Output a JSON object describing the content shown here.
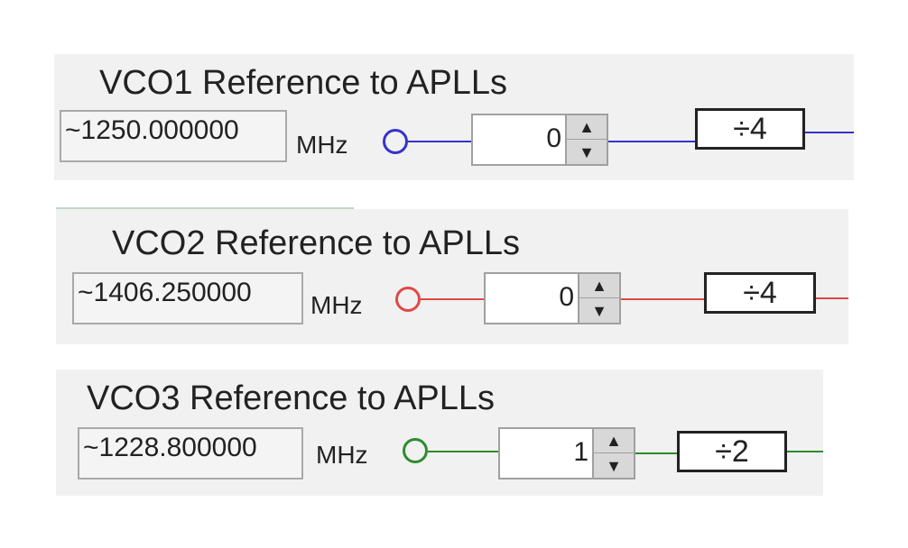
{
  "vco1": {
    "title": "VCO1 Reference to APLLs",
    "freq": "~1250.000000",
    "unit": "MHz",
    "value": "0",
    "divider": "÷4",
    "color": "#3333cc"
  },
  "vco2": {
    "title": "VCO2 Reference to APLLs",
    "freq": "~1406.250000",
    "unit": "MHz",
    "value": "0",
    "divider": "÷4",
    "color": "#e04848"
  },
  "vco3": {
    "title": "VCO3 Reference to APLLs",
    "freq": "~1228.800000",
    "unit": "MHz",
    "value": "1",
    "divider": "÷2",
    "color": "#2e8b2e"
  },
  "icons": {
    "up": "▲",
    "down": "▼"
  }
}
